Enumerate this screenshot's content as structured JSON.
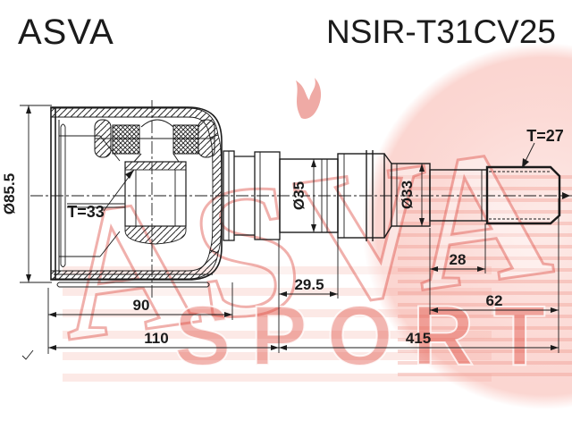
{
  "header": {
    "brand": "ASVA",
    "part_number": "NSIR-T31CV25"
  },
  "drawing": {
    "labels": {
      "housing_outer_diameter": "Ø85.5",
      "housing_spline_count": "T=33",
      "boot_seat_diameter": "Ø35",
      "ring_diameter": "Ø33",
      "shaft_spline_count": "T=27",
      "spline_length": "28",
      "boot_seat_length": "29.5",
      "shaft_end_length": "62",
      "housing_body_length": "90",
      "housing_total_length": "110",
      "overall_length": "415"
    }
  },
  "watermark": {
    "brand": "ASVA",
    "subbrand": "SPORT"
  },
  "colors": {
    "line": "#1b1b1b",
    "watermark_red": "#e0564b",
    "watermark_pink": "#fbd4cf"
  }
}
